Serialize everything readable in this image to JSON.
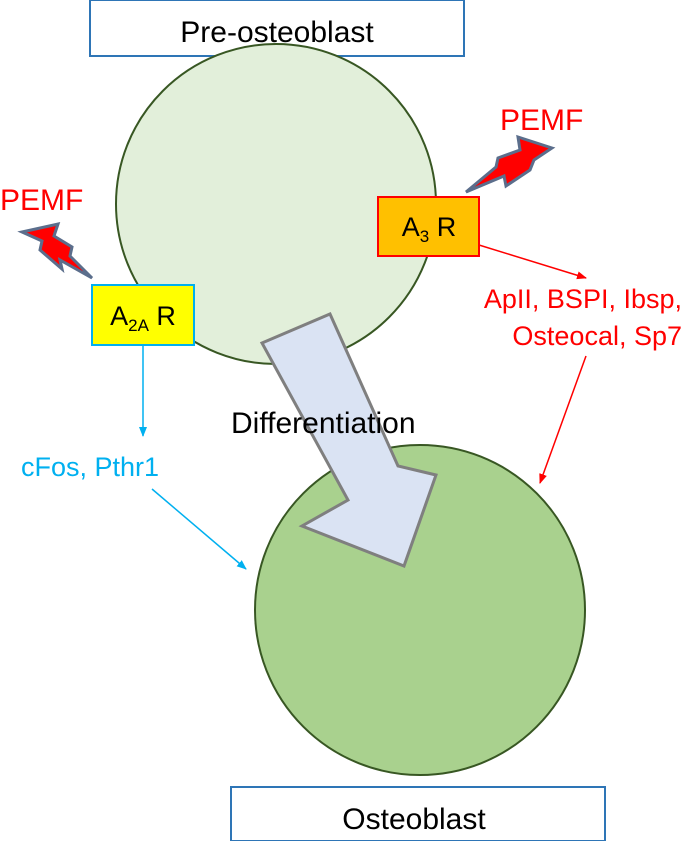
{
  "diagram": {
    "top_cell_label": "Pre-osteoblast",
    "bottom_cell_label": "Osteoblast",
    "process_label": "Differentiation",
    "stimulus_label_left": "PEMF",
    "stimulus_label_right": "PEMF",
    "receptor_a2a": {
      "base": "A",
      "subscript": "2A",
      "suffix": " R"
    },
    "receptor_a3": {
      "base": "A",
      "subscript": "3",
      "suffix": " R"
    },
    "a2a_targets": "cFos, Pthr1",
    "a3_targets_line1": "ApII, BSPI, Ibsp,",
    "a3_targets_line2": "Osteocal, Sp7"
  },
  "colors": {
    "pre_osteoblast_fill": "#e2efda",
    "osteoblast_fill": "#a9d18e",
    "cell_stroke": "#385723",
    "label_box_stroke": "#2e75b6",
    "differentiation_arrow_fill": "#dae3f3",
    "differentiation_arrow_stroke": "#7f7f7f",
    "a2a_box_fill": "#ffff00",
    "a2a_box_stroke": "#00b0f0",
    "a3_box_fill": "#ffc000",
    "a3_box_stroke": "#ff0000",
    "a2a_pathway": "#00b0f0",
    "a3_pathway": "#ff0000",
    "lightning_fill": "#ff0000",
    "lightning_stroke": "#5b6e8c"
  },
  "icons": {
    "stimulus": "lightning-bolt-icon"
  }
}
